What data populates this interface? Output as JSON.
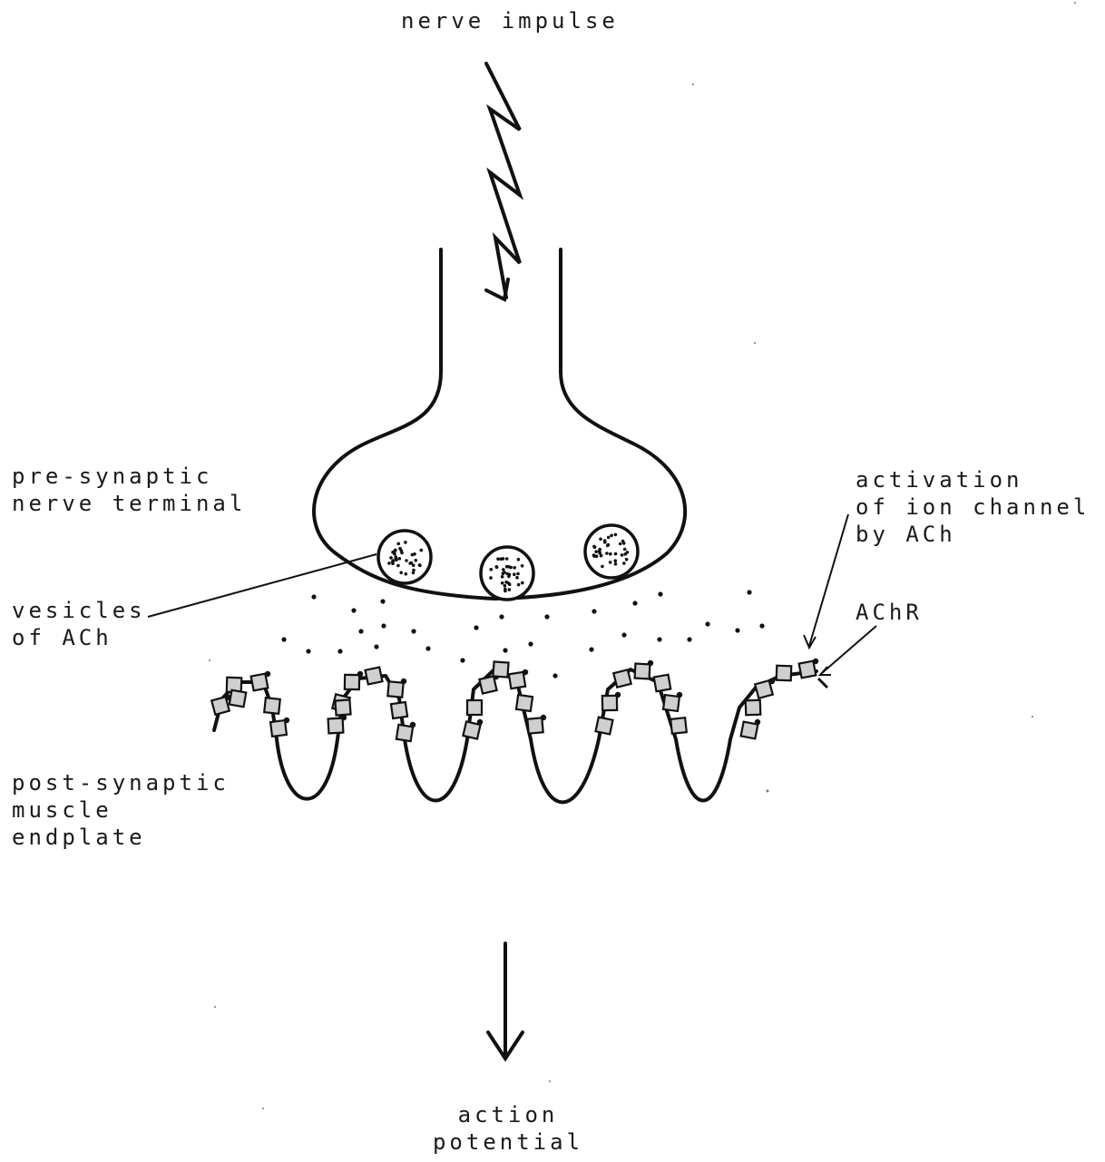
{
  "labels": {
    "nerve_impulse": "nerve impulse",
    "pre_synaptic": [
      "pre-synaptic",
      "nerve terminal"
    ],
    "vesicles": [
      "vesicles",
      "of ACh"
    ],
    "activation": [
      "activation",
      "of ion channel",
      "by ACh"
    ],
    "achr": "AChR",
    "post_synaptic": [
      "post-synaptic",
      "muscle",
      "endplate"
    ],
    "action_potential": [
      "action",
      "potential"
    ]
  },
  "colors": {
    "ink": "#111111",
    "receptor_fill": "#cfcfcf",
    "background": "#ffffff"
  }
}
